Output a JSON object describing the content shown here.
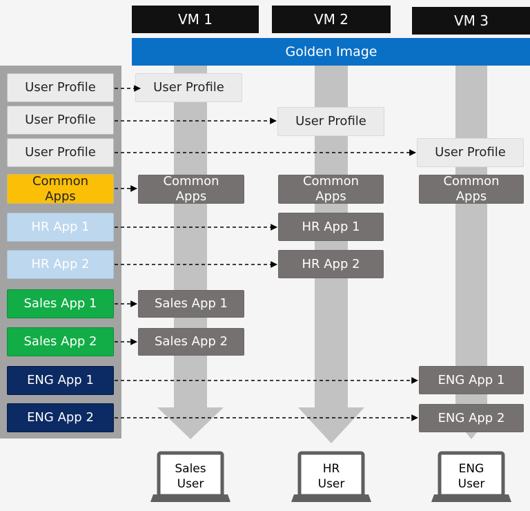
{
  "vms": [
    {
      "title": "VM 1"
    },
    {
      "title": "VM 2"
    },
    {
      "title": "VM 3"
    }
  ],
  "golden_image": "Golden Image",
  "sources": [
    {
      "label": "User Profile"
    },
    {
      "label": "User Profile"
    },
    {
      "label": "User Profile"
    },
    {
      "label": "Common Apps"
    },
    {
      "label": "HR App 1"
    },
    {
      "label": "HR App 2"
    },
    {
      "label": "Sales App 1"
    },
    {
      "label": "Sales App 2"
    },
    {
      "label": "ENG App 1"
    },
    {
      "label": "ENG App 2"
    }
  ],
  "targets": {
    "vm1": [
      "User Profile",
      "Common Apps",
      "Sales App 1",
      "Sales App 2"
    ],
    "vm2": [
      "User Profile",
      "Common Apps",
      "HR App 1",
      "HR App 2"
    ],
    "vm3": [
      "User Profile",
      "Common Apps",
      "ENG App 1",
      "ENG App 2"
    ]
  },
  "users": [
    {
      "line1": "Sales",
      "line2": "User"
    },
    {
      "line1": "HR",
      "line2": "User"
    },
    {
      "line1": "ENG",
      "line2": "User"
    }
  ],
  "colors": {
    "vm_header": "#111111",
    "golden_image": "#0a70c6",
    "common_apps": "#fbbf07",
    "hr_apps": "#bdd7ee",
    "sales_apps": "#12ad46",
    "eng_apps": "#0c2a63",
    "delivered_app": "#757170"
  }
}
